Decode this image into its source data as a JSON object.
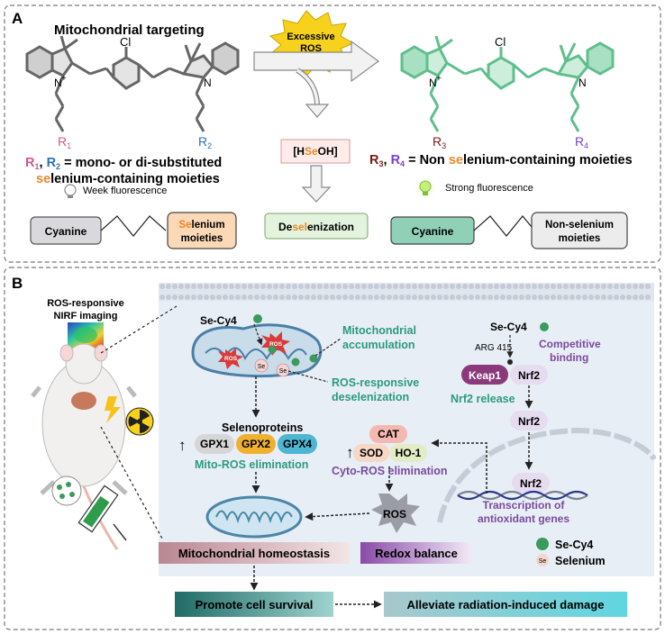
{
  "panel_a": {
    "label": "A",
    "left_title": "Mitochondrial targeting",
    "chem_cl": "Cl",
    "chem_n": "N",
    "chem_plus": "+",
    "r1": "R",
    "r1_sub": "1",
    "r2": "R",
    "r2_sub": "2",
    "r3": "R",
    "r3_sub": "3",
    "r4": "R",
    "r4_sub": "4",
    "left_def_line1_r": "R",
    "left_def_line1_sub1": "1",
    "left_def_line1_comma": ", ",
    "left_def_line1_sub2": "2",
    "left_def_line1_rest": " = mono- or di-substituted",
    "left_def_line2_se": "se",
    "left_def_line2_rest": "lenium-containing moieties",
    "left_fluor": "Week fluorescence",
    "ros_burst_line1": "Excessive",
    "ros_burst_line2": "ROS",
    "hseoh_pre": "[H",
    "hseoh_se": "Se",
    "hseoh_post": "OH]",
    "desel_pre": "De",
    "desel_se": "sel",
    "desel_post": "enization",
    "right_def_r3": "R",
    "right_def_sub3": "3",
    "right_def_comma": ", ",
    "right_def_r4": "R",
    "right_def_sub4": "4",
    "right_def_mid": " = Non ",
    "right_def_se": "se",
    "right_def_rest": "lenium-containing moieties",
    "right_fluor": "Strong fluorescence",
    "cyanine_left": "Cyanine",
    "selenium_box_pre": "Se",
    "selenium_box_post": "lenium",
    "selenium_box_line2": "moieties",
    "cyanine_right": "Cyanine",
    "nonsel_line1": "Non-selenium",
    "nonsel_line2": "moieties"
  },
  "panel_b": {
    "label": "B",
    "nirf_line1": "ROS-responsive",
    "nirf_line2": "NIRF imaging",
    "se_cy4_left": "Se-Cy4",
    "ros": "ROS",
    "se": "Se",
    "mito_accum_line1": "Mitochondrial",
    "mito_accum_line2": "accumulation",
    "ros_desel_line1": "ROS-responsive",
    "ros_desel_line2": "deselenization",
    "selenoproteins": "Selenoproteins",
    "up_arrow": "↑",
    "gpx1": "GPX1",
    "gpx2": "GPX2",
    "gpx4": "GPX4",
    "mito_ros_elim": "Mito-ROS elimination",
    "cat": "CAT",
    "sod": "SOD",
    "ho1": "HO-1",
    "cyto_ros_elim": "Cyto-ROS elimination",
    "ros_center": "ROS",
    "se_cy4_right": "Se-Cy4",
    "arg415": "ARG 415",
    "competitive_line1": "Competitive",
    "competitive_line2": "binding",
    "keap1": "Keap1",
    "nrf2_bound": "Nrf2",
    "nrf2_release": "Nrf2 release",
    "nrf2_mid": "Nrf2",
    "nrf2_nucleus": "Nrf2",
    "transcription_line1": "Transcription of",
    "transcription_line2": "antioxidant genes",
    "mito_homeostasis": "Mitochondrial homeostasis",
    "redox_balance": "Redox balance",
    "legend_secy4": "Se-Cy4",
    "legend_se_icon": "Se",
    "legend_selenium": "Selenium",
    "promote_survival": "Promote cell survival",
    "alleviate": "Alleviate radiation-induced damage"
  },
  "colors": {
    "r1": "#d0588f",
    "r2": "#2e6fb5",
    "r3": "#7a1a1a",
    "r4": "#7a3fcf",
    "selenium_orange": "#e88a2b",
    "teal": "#2b9a7e",
    "purple": "#7a4a9a",
    "green_dye": "#5fbf8c",
    "cell_bg": "#e8eef6"
  }
}
